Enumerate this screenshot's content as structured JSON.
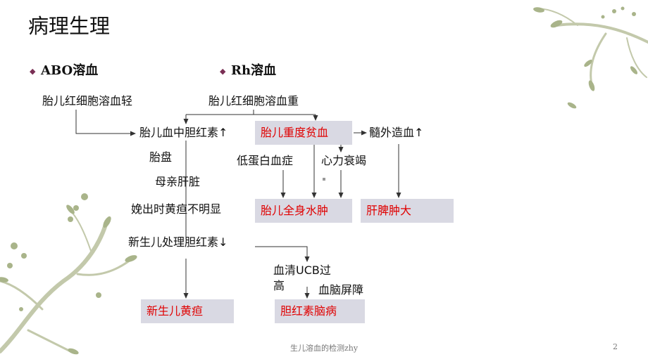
{
  "title": "病理生理",
  "abo_heading": "ABO溶血",
  "rh_heading": "Rh溶血",
  "bullet_glyph": "◆",
  "nodes": {
    "abo_rbc_mild": "胎儿红细胞溶血轻",
    "rh_rbc_severe": "胎儿红细胞溶血重",
    "fetal_bilirubin": "胎儿血中胆红素↑",
    "extramedullary": "髓外造血↑",
    "placenta": "胎盘",
    "hypoproteinemia": "低蛋白血症",
    "heart_failure": "心力衰竭",
    "maternal_liver": "母亲肝脏",
    "mild_jaundice_at_birth": "娩出时黄疸不明显",
    "newborn_bilirubin": "新生儿处理胆红素↓",
    "serum_ucb_line1": "血清UCB过",
    "serum_ucb_line2": "高",
    "blood_brain_barrier": "血脑屏障"
  },
  "boxes": {
    "severe_anemia": "胎儿重度贫血",
    "hydrops": "胎儿全身水肿",
    "hepatosplenomegaly": "肝脾肿大",
    "neonatal_jaundice": "新生儿黄疸",
    "kernicterus": "胆红素脑病"
  },
  "footer": {
    "caption": "生儿溶血的检测zhy",
    "page_number": "2"
  },
  "colors": {
    "box_bg": "#d9d9e3",
    "box_text": "#e00000",
    "bullet": "#7a2f55",
    "branch": "#c3c9ab",
    "leaf": "#a9b48a"
  }
}
